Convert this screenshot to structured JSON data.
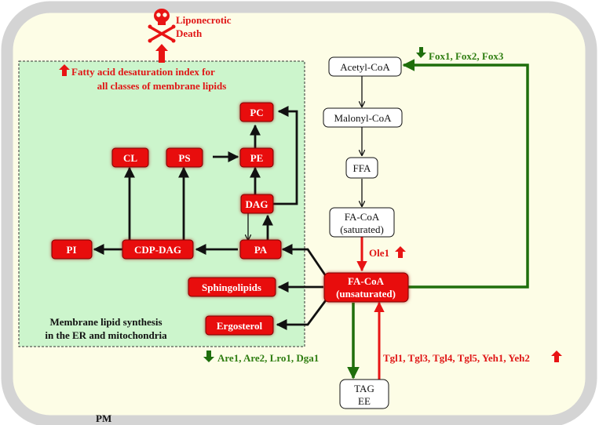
{
  "colors": {
    "cell_fill": "#fdfde6",
    "membrane": "#d4d4d4",
    "er_box": "#ccf5cc",
    "node_red": "#e80c0c",
    "arrow_green": "#1f6e0c",
    "arrow_red": "#e81414",
    "text_red": "#e01616",
    "text_green": "#2e7d10"
  },
  "labels": {
    "death_line1": "Liponecrotic",
    "death_line2": "Death",
    "desat_line1": "Fatty acid desaturation index for",
    "desat_line2": "all classes of membrane lipids",
    "er_line1": "Membrane lipid synthesis",
    "er_line2": "in the ER and mitochondria",
    "pm": "PM",
    "fox": "Fox1, Fox2, Fox3",
    "ole1": "Ole1",
    "are": "Are1, Are2, Lro1, Dga1",
    "tgl": "Tgl1, Tgl3, Tgl4, Tgl5, Yeh1, Yeh2"
  },
  "nodes": {
    "acetyl_coa": "Acetyl-CoA",
    "malonyl_coa": "Malonyl-CoA",
    "ffa": "FFA",
    "fa_coa_sat_1": "FA-CoA",
    "fa_coa_sat_2": "(saturated)",
    "fa_coa_unsat_1": "FA-CoA",
    "fa_coa_unsat_2": "(unsaturated)",
    "tag": "TAG",
    "ee": "EE",
    "pc": "PC",
    "pe": "PE",
    "ps": "PS",
    "cl": "CL",
    "dag": "DAG",
    "pa": "PA",
    "cdp_dag": "CDP-DAG",
    "pi": "PI",
    "sphingolipids": "Sphingolipids",
    "ergosterol": "Ergosterol"
  },
  "icons": {
    "death": "skull-crossbones-icon",
    "up": "up-arrow-icon",
    "down": "down-arrow-icon"
  }
}
